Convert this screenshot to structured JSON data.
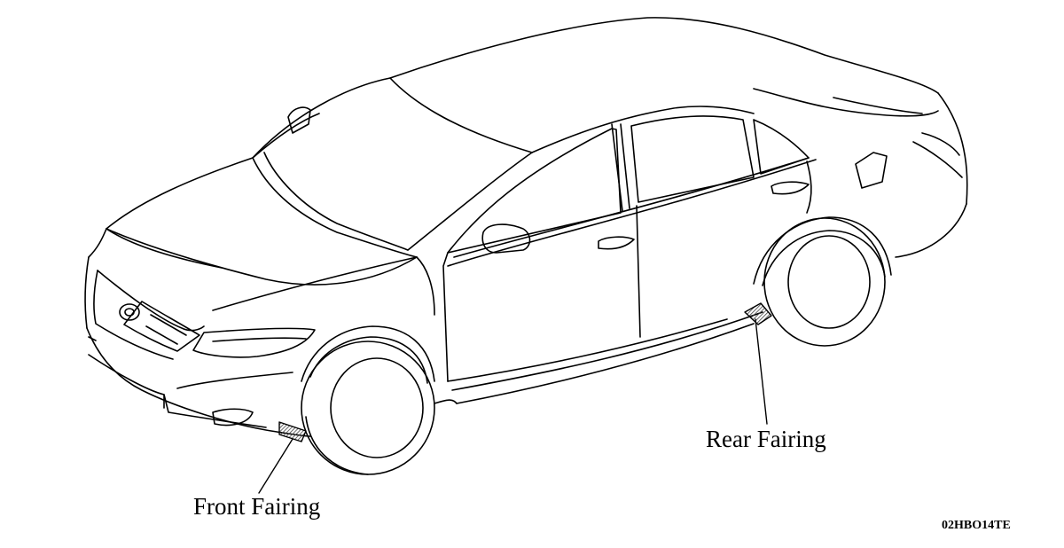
{
  "labels": {
    "front_fairing": "Front Fairing",
    "rear_fairing": "Rear Fairing"
  },
  "figure_id": "02HBO14TE",
  "colors": {
    "line": "#000000",
    "background": "#ffffff",
    "part_hatch": "#555555"
  }
}
